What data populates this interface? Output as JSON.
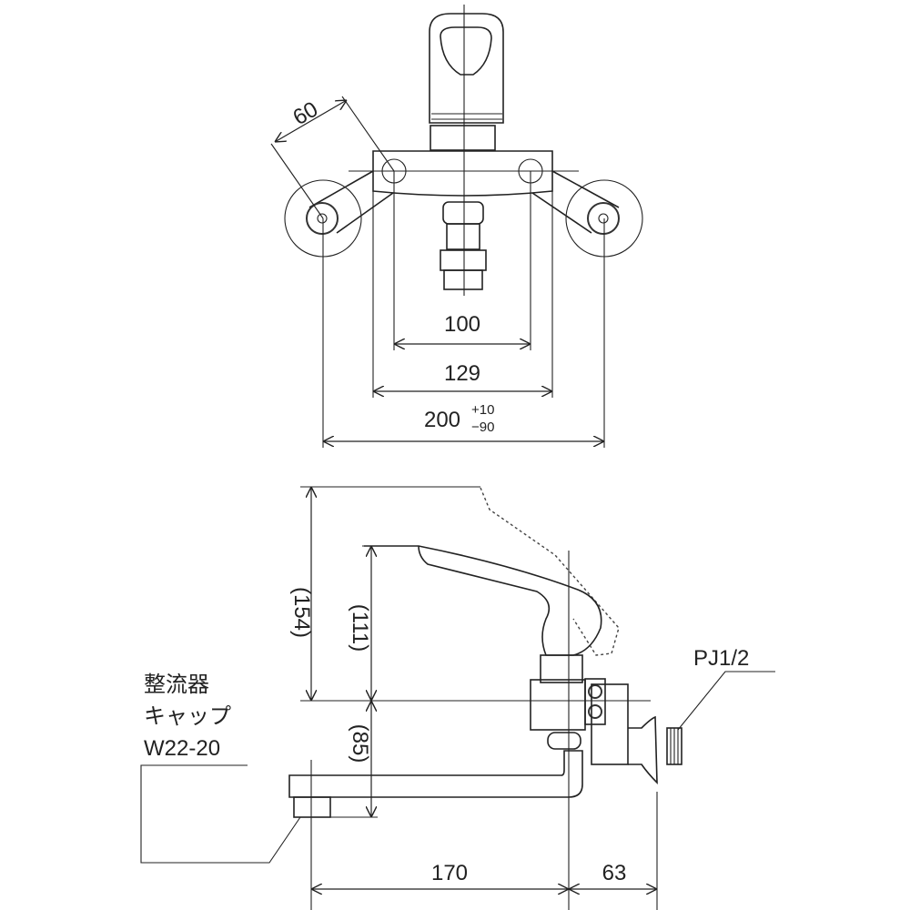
{
  "top_view": {
    "dim_arm": "60",
    "dim_inner": "100",
    "dim_plate": "129",
    "dim_overall": "200",
    "tol_plus": "+10",
    "tol_minus": "−90"
  },
  "side_view": {
    "dim_lever_raised": "(154)",
    "dim_lever": "(111)",
    "dim_spout_height": "(85)",
    "dim_reach": "170",
    "dim_wall": "63",
    "connection_label": "PJ1/2",
    "aerator_label_line1": "整流器",
    "aerator_label_line2": "キャップ",
    "aerator_label_line3": "W22-20"
  }
}
